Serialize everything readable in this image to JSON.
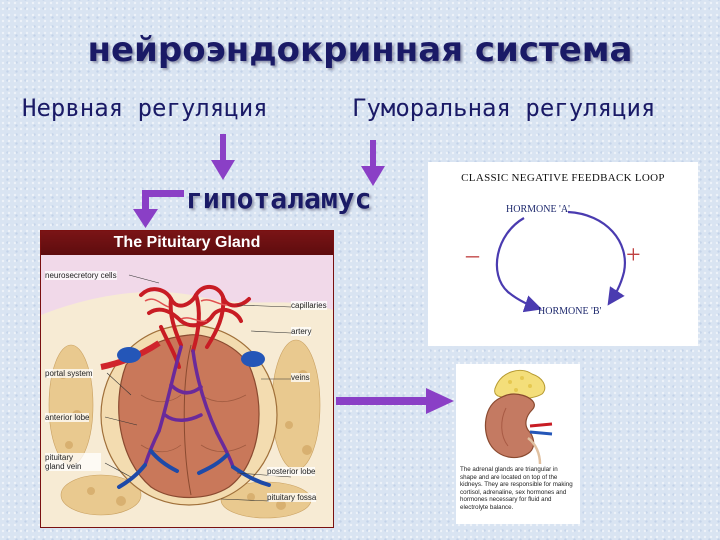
{
  "title": "нейроэндокринная система",
  "left_heading": "Нервная регуляция",
  "right_heading": "Гуморальная регуляция",
  "center_label": "гипоталамус",
  "pituitary": {
    "header": "The Pituitary Gland",
    "labels": {
      "neurosecretory": "neurosecretory cells",
      "capillaries": "capillaries",
      "artery": "artery",
      "portal": "portal system",
      "vein_right": "veins",
      "anterior": "anterior lobe",
      "pit_vein": "pituitary\ngland vein",
      "posterior": "posterior lobe",
      "fossa": "pituitary fossa"
    }
  },
  "feedback": {
    "title": "CLASSIC NEGATIVE FEEDBACK LOOP",
    "hormone_a": "HORMONE 'A'",
    "hormone_b": "HORMONE 'B'",
    "minus": "–",
    "plus": "+"
  },
  "adrenal": {
    "caption": "The adrenal glands are triangular in shape and are located on top of the kidneys. They are responsible for making cortisol, adrenaline, sex hormones and hormones necessary for fluid and electrolyte balance."
  },
  "colors": {
    "text_dark_blue": "#1a1a66",
    "arrow_purple": "#8a3fc6",
    "panel_maroon": "#7a1416",
    "loop_blue": "#4a3bb0",
    "sign_red": "#c04040"
  }
}
